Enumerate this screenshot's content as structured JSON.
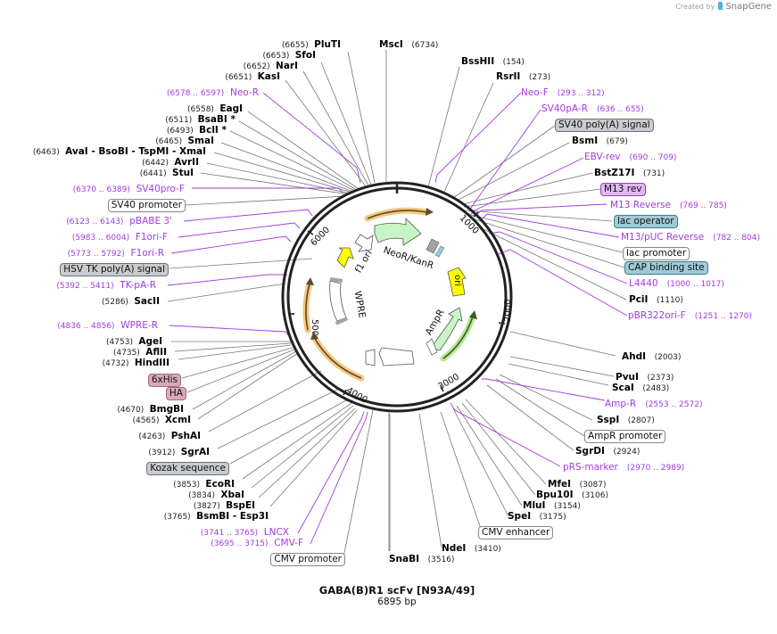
{
  "branding": {
    "created_by": "Created by",
    "product": "SnapGene"
  },
  "plasmid": {
    "name": "GABA(B)R1 scFv [N93A/49]",
    "length": "6895 bp",
    "total_bp": 6895
  },
  "ring": {
    "ticks": [
      "1000",
      "2000",
      "3000",
      "4000",
      "5000",
      "6000"
    ]
  },
  "inner_features": [
    {
      "name": "NeoR/KanR",
      "color": "#c8f5c8"
    },
    {
      "name": "f1 ori",
      "color": "#ffffff"
    },
    {
      "name": "ori",
      "color": "#ffff00"
    },
    {
      "name": "AmpR",
      "color": "#c8f5c8"
    },
    {
      "name": "WPRE",
      "color": "#ffffff"
    }
  ],
  "labels_left": [
    {
      "pos": "(6655)",
      "name": "PluTI",
      "type": "enzyme"
    },
    {
      "pos": "(6653)",
      "name": "SfoI",
      "type": "enzyme"
    },
    {
      "pos": "(6652)",
      "name": "NarI",
      "type": "enzyme"
    },
    {
      "pos": "(6651)",
      "name": "KasI",
      "type": "enzyme"
    },
    {
      "pos": "(6578 .. 6597)",
      "name": "Neo-R",
      "type": "primer"
    },
    {
      "pos": "(6558)",
      "name": "EagI",
      "type": "enzyme"
    },
    {
      "pos": "(6511)",
      "name": "BsaBI *",
      "type": "enzyme"
    },
    {
      "pos": "(6493)",
      "name": "BclI *",
      "type": "enzyme"
    },
    {
      "pos": "(6465)",
      "name": "SmaI",
      "type": "enzyme"
    },
    {
      "pos": "(6463)",
      "name": "AvaI   - BsoBI   - TspMI   - XmaI",
      "type": "enzyme"
    },
    {
      "pos": "(6442)",
      "name": "AvrII",
      "type": "enzyme"
    },
    {
      "pos": "(6441)",
      "name": "StuI",
      "type": "enzyme"
    },
    {
      "pos": "(6370 .. 6389)",
      "name": "SV40pro-F",
      "type": "primer"
    },
    {
      "pos": "",
      "name": "SV40 promoter",
      "type": "feature-white"
    },
    {
      "pos": "(6123 .. 6143)",
      "name": "pBABE 3'",
      "type": "primer"
    },
    {
      "pos": "(5983 .. 6004)",
      "name": "F1ori-F",
      "type": "primer"
    },
    {
      "pos": "(5773 .. 5792)",
      "name": "F1ori-R",
      "type": "primer"
    },
    {
      "pos": "",
      "name": "HSV TK poly(A) signal",
      "type": "feature-grey"
    },
    {
      "pos": "(5392 .. 5411)",
      "name": "TK-pA-R",
      "type": "primer"
    },
    {
      "pos": "(5286)",
      "name": "SacII",
      "type": "enzyme"
    },
    {
      "pos": "(4836 .. 4856)",
      "name": "WPRE-R",
      "type": "primer"
    },
    {
      "pos": "(4753)",
      "name": "AgeI",
      "type": "enzyme"
    },
    {
      "pos": "(4735)",
      "name": "AflII",
      "type": "enzyme"
    },
    {
      "pos": "(4732)",
      "name": "HindIII",
      "type": "enzyme"
    },
    {
      "pos": "",
      "name": "6xHis",
      "type": "feature-pink"
    },
    {
      "pos": "",
      "name": "HA",
      "type": "feature-pink"
    },
    {
      "pos": "(4670)",
      "name": "BmgBI",
      "type": "enzyme"
    },
    {
      "pos": "(4565)",
      "name": "XcmI",
      "type": "enzyme"
    },
    {
      "pos": "(4263)",
      "name": "PshAI",
      "type": "enzyme"
    },
    {
      "pos": "(3912)",
      "name": "SgrAI",
      "type": "enzyme"
    },
    {
      "pos": "",
      "name": "Kozak sequence",
      "type": "feature-grey"
    },
    {
      "pos": "(3853)",
      "name": "EcoRI",
      "type": "enzyme"
    },
    {
      "pos": "(3834)",
      "name": "XbaI",
      "type": "enzyme"
    },
    {
      "pos": "(3827)",
      "name": "BspEI",
      "type": "enzyme"
    },
    {
      "pos": "(3765)",
      "name": "BsmBI   - Esp3I",
      "type": "enzyme"
    },
    {
      "pos": "(3741 .. 3765)",
      "name": "LNCX",
      "type": "primer"
    },
    {
      "pos": "(3695 .. 3715)",
      "name": "CMV-F",
      "type": "primer"
    },
    {
      "pos": "",
      "name": "CMV promoter",
      "type": "feature-white"
    }
  ],
  "labels_right": [
    {
      "name": "MscI",
      "pos": "(6734)",
      "type": "enzyme"
    },
    {
      "name": "BssHII",
      "pos": "(154)",
      "type": "enzyme"
    },
    {
      "name": "RsrII",
      "pos": "(273)",
      "type": "enzyme"
    },
    {
      "name": "Neo-F",
      "pos": "(293 .. 312)",
      "type": "primer"
    },
    {
      "name": "SV40pA-R",
      "pos": "(636 .. 655)",
      "type": "primer"
    },
    {
      "name": "SV40 poly(A) signal",
      "pos": "",
      "type": "feature-grey"
    },
    {
      "name": "BsmI",
      "pos": "(679)",
      "type": "enzyme"
    },
    {
      "name": "EBV-rev",
      "pos": "(690 .. 709)",
      "type": "primer"
    },
    {
      "name": "BstZ17I",
      "pos": "(731)",
      "type": "enzyme"
    },
    {
      "name": "M13 rev",
      "pos": "",
      "type": "feature-violet"
    },
    {
      "name": "M13 Reverse",
      "pos": "(769 .. 785)",
      "type": "primer"
    },
    {
      "name": "lac operator",
      "pos": "",
      "type": "feature-teal"
    },
    {
      "name": "M13/pUC Reverse",
      "pos": "(782 .. 804)",
      "type": "primer"
    },
    {
      "name": "lac promoter",
      "pos": "",
      "type": "feature-white"
    },
    {
      "name": "CAP binding site",
      "pos": "",
      "type": "feature-teal"
    },
    {
      "name": "L4440",
      "pos": "(1000 .. 1017)",
      "type": "primer"
    },
    {
      "name": "PciI",
      "pos": "(1110)",
      "type": "enzyme"
    },
    {
      "name": "pBR322ori-F",
      "pos": "(1251 .. 1270)",
      "type": "primer"
    },
    {
      "name": "AhdI",
      "pos": "(2003)",
      "type": "enzyme"
    },
    {
      "name": "PvuI",
      "pos": "(2373)",
      "type": "enzyme"
    },
    {
      "name": "ScaI",
      "pos": "(2483)",
      "type": "enzyme"
    },
    {
      "name": "Amp-R",
      "pos": "(2553 .. 2572)",
      "type": "primer"
    },
    {
      "name": "SspI",
      "pos": "(2807)",
      "type": "enzyme"
    },
    {
      "name": "AmpR promoter",
      "pos": "",
      "type": "feature-white"
    },
    {
      "name": "SgrDI",
      "pos": "(2924)",
      "type": "enzyme"
    },
    {
      "name": "pRS-marker",
      "pos": "(2970 .. 2989)",
      "type": "primer"
    },
    {
      "name": "MfeI",
      "pos": "(3087)",
      "type": "enzyme"
    },
    {
      "name": "Bpu10I",
      "pos": "(3106)",
      "type": "enzyme"
    },
    {
      "name": "MluI",
      "pos": "(3154)",
      "type": "enzyme"
    },
    {
      "name": "SpeI",
      "pos": "(3175)",
      "type": "enzyme"
    },
    {
      "name": "CMV enhancer",
      "pos": "",
      "type": "feature-white"
    },
    {
      "name": "NdeI",
      "pos": "(3410)",
      "type": "enzyme"
    },
    {
      "name": "SnaBI",
      "pos": "(3516)",
      "type": "enzyme"
    }
  ]
}
